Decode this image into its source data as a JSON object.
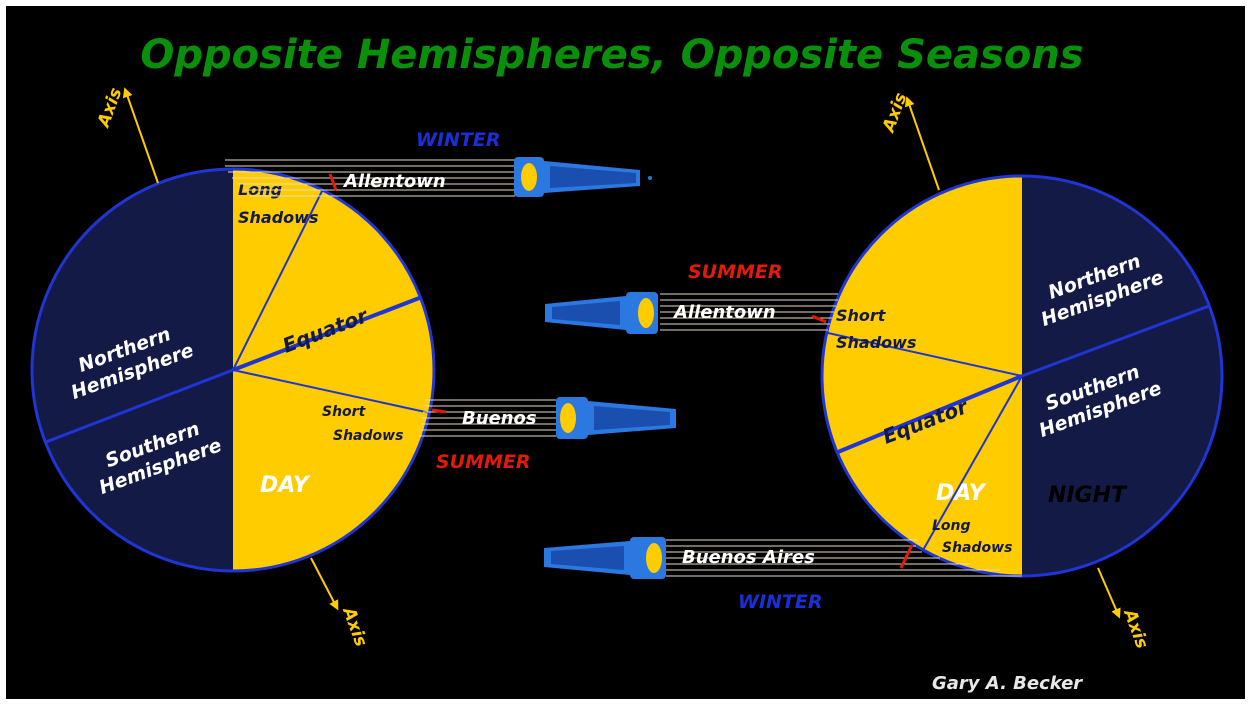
{
  "title": "Opposite Hemispheres, Opposite Seasons",
  "credit": "Gary A. Becker",
  "colors": {
    "background": "#000000",
    "title": "#0a8f0a",
    "day": "#ffcc00",
    "night": "#141a46",
    "outline": "#1f35d6",
    "axis": "#ffcc00",
    "summer": "#e11a0a",
    "winter": "#1a2fd8",
    "flashlight": "#2a78e0",
    "beam_line": "#e8dcc0"
  },
  "left_globe": {
    "axis_top": "Axis",
    "axis_bottom": "Axis",
    "northern": [
      "Northern",
      "Hemisphere"
    ],
    "southern": [
      "Southern",
      "Hemisphere"
    ],
    "equator": "Equator",
    "long_shadows": [
      "Long",
      "Shadows"
    ],
    "short_shadows": [
      "Short",
      "Shadows"
    ],
    "day": "DAY"
  },
  "right_globe": {
    "axis_top": "Axis",
    "axis_bottom": "Axis",
    "northern": [
      "Northern",
      "Hemisphere"
    ],
    "southern": [
      "Southern",
      "Hemisphere"
    ],
    "equator": "Equator",
    "short_shadows": [
      "Short",
      "Shadows"
    ],
    "long_shadows": [
      "Long",
      "Shadows"
    ],
    "day": "DAY",
    "night": "NIGHT"
  },
  "beams": {
    "left_top": {
      "season": "WINTER",
      "city": "Allentown"
    },
    "left_bottom": {
      "season": "SUMMER",
      "city": "Buenos"
    },
    "right_top": {
      "season": "SUMMER",
      "city": "Allentown"
    },
    "right_bottom": {
      "season": "WINTER",
      "city": "Buenos Aires"
    }
  },
  "icons": [
    "flashlight-icon",
    "axis-arrow-icon"
  ]
}
